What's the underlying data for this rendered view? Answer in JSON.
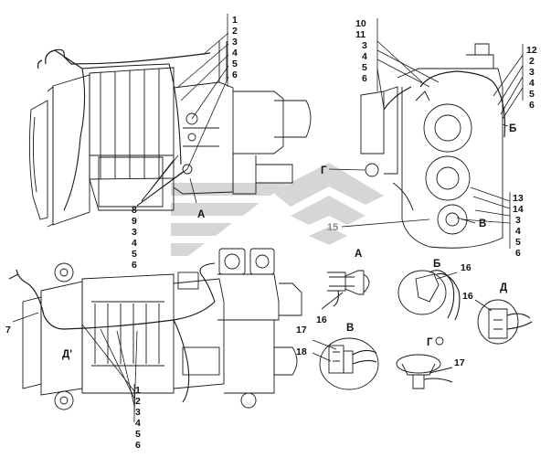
{
  "callouts": {
    "top_right_stack": [
      "1",
      "2",
      "3",
      "4",
      "5",
      "6"
    ],
    "left_stack": [
      "8",
      "9",
      "3",
      "4",
      "5",
      "6"
    ],
    "tr_stack": [
      "10",
      "11",
      "3",
      "4",
      "5",
      "6"
    ],
    "far_right_stack": [
      "12",
      "2",
      "3",
      "4",
      "5",
      "6"
    ],
    "mid_right_stack": [
      "13",
      "14",
      "3",
      "4",
      "5",
      "6"
    ],
    "bottom_stack": [
      "1",
      "2",
      "3",
      "4",
      "5",
      "6"
    ],
    "n7": "7",
    "n15": "15",
    "n16a": "16",
    "n16b": "16",
    "n16c": "16",
    "n17a": "17",
    "n17b": "17",
    "n18": "18"
  },
  "views": {
    "A_top": "А",
    "A_detail": "А",
    "B_main": "Б",
    "B_detail": "Б",
    "V_main": "В",
    "V_detail": "В",
    "G_main": "Г",
    "G_detail": "Г",
    "D_main": "Д'",
    "D_detail": "Д"
  },
  "colors": {
    "line": "#1a1a1a",
    "watermark": "#c9c9c9",
    "watermark_dark": "#a6a6a6"
  }
}
